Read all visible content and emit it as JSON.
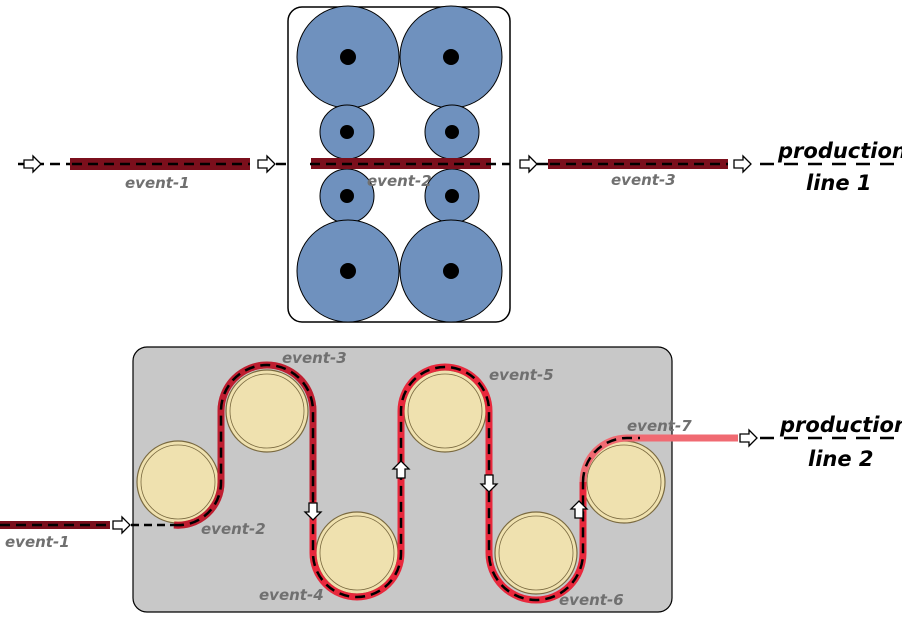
{
  "line1": {
    "title_top": "production",
    "title_bottom": "line 1",
    "labels": [
      "event-1",
      "event-2",
      "event-3"
    ]
  },
  "line2": {
    "title_top": "production",
    "title_bottom": "line 2",
    "labels": [
      "event-1",
      "event-2",
      "event-3",
      "event-4",
      "event-5",
      "event-6",
      "event-7"
    ]
  },
  "colors": {
    "roller_blue": "#6f91be",
    "roller_cream": "#efe1af",
    "strip_dark": "#7b0f1c",
    "strip_red": "#e8283c",
    "strip_light": "#f06a72",
    "panel_gray": "#c8c8c8",
    "label_gray": "#707070"
  }
}
